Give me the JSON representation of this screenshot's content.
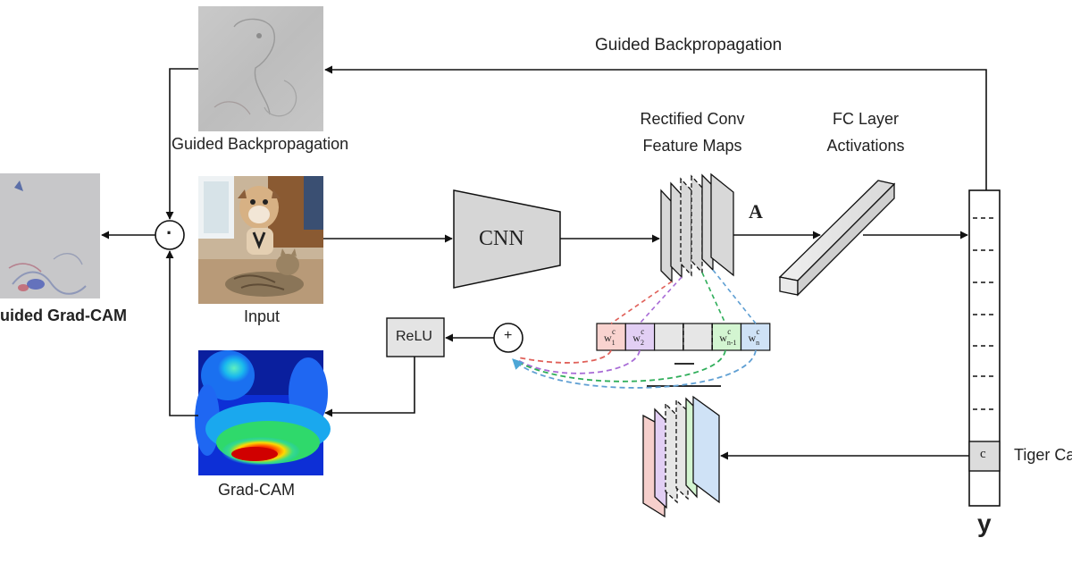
{
  "labels": {
    "guided_backprop_top": "Guided Backpropagation",
    "guided_backprop_image": "Guided Backpropagation",
    "guided_gradcam": "Guided Grad-CAM",
    "input": "Input",
    "gradcam": "Grad-CAM",
    "relu": "ReLU",
    "cnn": "CNN",
    "rectified_line1": "Rectified Conv",
    "rectified_line2": "Feature Maps",
    "fc_line1": "FC Layer",
    "fc_line2": "Activations",
    "a_symbol": "A",
    "y_symbol": "y",
    "c_symbol": "c",
    "tiger_cat": "Tiger Cat",
    "plus": "+",
    "odot": "·"
  },
  "weights": [
    {
      "base": "w",
      "sub": "1",
      "sup": "c",
      "color": "#f9d3cf"
    },
    {
      "base": "w",
      "sub": "2",
      "sup": "c",
      "color": "#e2cff4"
    },
    {
      "base": "",
      "sub": "",
      "sup": "",
      "color": "#e6e6e6"
    },
    {
      "base": "",
      "sub": "",
      "sup": "",
      "color": "#e6e6e6"
    },
    {
      "base": "w",
      "sub": "n-1",
      "sup": "c",
      "color": "#d3f5d1"
    },
    {
      "base": "w",
      "sub": "n",
      "sup": "c",
      "color": "#cfe2f6"
    }
  ],
  "colors": {
    "weight_red": "#e0615a",
    "weight_purple": "#a86bd6",
    "weight_green": "#2fae5a",
    "weight_blue": "#5f9fd3",
    "map_red": "#f6cfcc",
    "map_purple": "#e2cff4",
    "map_green": "#d3f5d1",
    "map_blue": "#cfe2f6"
  }
}
